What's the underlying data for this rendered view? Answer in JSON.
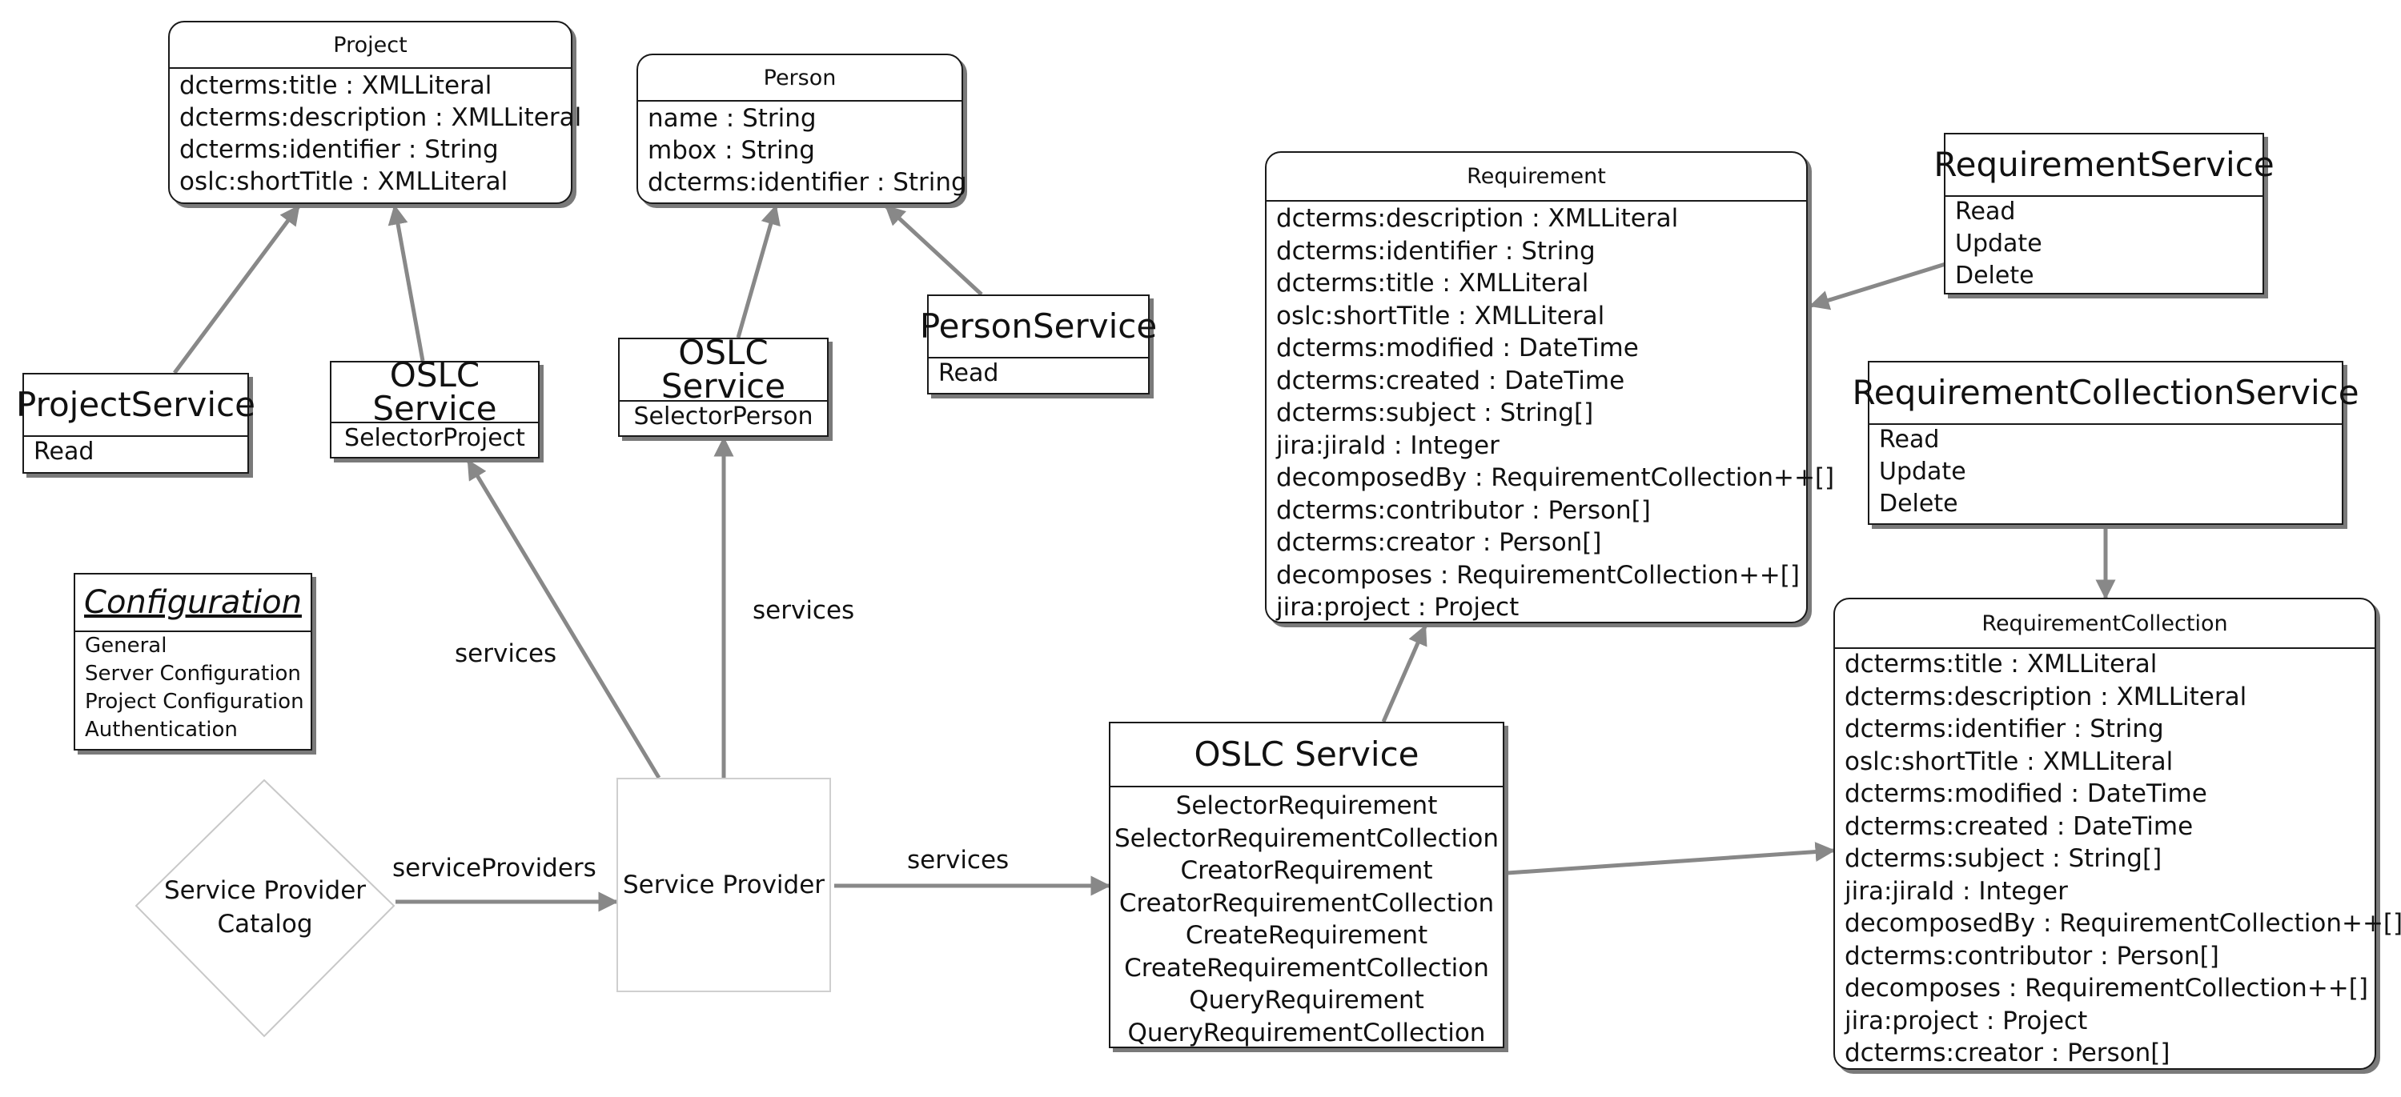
{
  "project": {
    "title": "Project",
    "attributes": [
      "dcterms:title : XMLLiteral",
      "dcterms:description : XMLLiteral",
      "dcterms:identifier : String",
      "oslc:shortTitle : XMLLiteral"
    ]
  },
  "person": {
    "title": "Person",
    "attributes": [
      "name : String",
      "mbox : String",
      "dcterms:identifier : String"
    ]
  },
  "project_service": {
    "title": "ProjectService",
    "operations": [
      "Read"
    ]
  },
  "oslc_service_project": {
    "title": "OSLC Service",
    "operations": [
      "SelectorProject"
    ]
  },
  "oslc_service_person": {
    "title": "OSLC Service",
    "operations": [
      "SelectorPerson"
    ]
  },
  "person_service": {
    "title": "PersonService",
    "operations": [
      "Read"
    ]
  },
  "configuration": {
    "title": "Configuration",
    "items": [
      "General",
      "Server Configuration",
      "Project Configuration",
      "Authentication"
    ]
  },
  "service_provider_catalog": {
    "label_line1": "Service Provider",
    "label_line2": "Catalog"
  },
  "service_provider": {
    "label": "Service Provider"
  },
  "requirement": {
    "title": "Requirement",
    "attributes": [
      "dcterms:description : XMLLiteral",
      "dcterms:identifier : String",
      "dcterms:title : XMLLiteral",
      "oslc:shortTitle : XMLLiteral",
      "dcterms:modified : DateTime",
      "dcterms:created : DateTime",
      "dcterms:subject : String[]",
      "jira:jiraId : Integer",
      "decomposedBy : RequirementCollection++[]",
      "dcterms:contributor : Person[]",
      "dcterms:creator : Person[]",
      "decomposes : RequirementCollection++[]",
      "jira:project : Project"
    ]
  },
  "requirement_service": {
    "title": "RequirementService",
    "operations": [
      "Read",
      "Update",
      "Delete"
    ]
  },
  "requirement_collection_service": {
    "title": "RequirementCollectionService",
    "operations": [
      "Read",
      "Update",
      "Delete"
    ]
  },
  "requirement_collection": {
    "title": "RequirementCollection",
    "attributes": [
      "dcterms:title : XMLLiteral",
      "dcterms:description : XMLLiteral",
      "dcterms:identifier : String",
      "oslc:shortTitle : XMLLiteral",
      "dcterms:modified : DateTime",
      "dcterms:created : DateTime",
      "dcterms:subject : String[]",
      "jira:jiraId : Integer",
      "decomposedBy : RequirementCollection++[]",
      "dcterms:contributor : Person[]",
      "decomposes : RequirementCollection++[]",
      "jira:project : Project",
      "dcterms:creator : Person[]"
    ]
  },
  "oslc_service_requirement": {
    "title": "OSLC Service",
    "operations": [
      "SelectorRequirement",
      "SelectorRequirementCollection",
      "CreatorRequirement",
      "CreatorRequirementCollection",
      "CreateRequirement",
      "CreateRequirementCollection",
      "QueryRequirement",
      "QueryRequirementCollection"
    ]
  },
  "edge_labels": {
    "catalog_to_provider": "serviceProviders",
    "provider_to_requirement_service": "services",
    "provider_to_project_service": "services",
    "provider_to_person_service": "services"
  },
  "colors": {
    "edge": "#888888",
    "border": "#1a1a1a",
    "shadow": "#7a7a7a",
    "diamond": "#c8c8c8",
    "provider_border": "#cfcfcf"
  }
}
